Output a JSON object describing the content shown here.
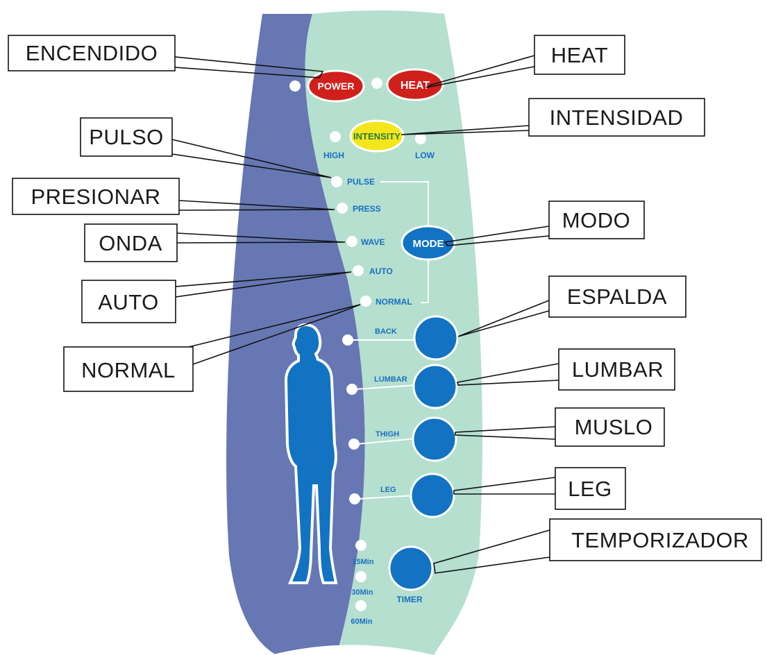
{
  "panel": {
    "power": "POWER",
    "heat": "HEAT",
    "intensity": "INTENSITY",
    "high": "HIGH",
    "low": "LOW",
    "pulse": "PULSE",
    "press": "PRESS",
    "wave": "WAVE",
    "mode": "MODE",
    "auto": "AUTO",
    "normal": "NORMAL",
    "back": "BACK",
    "lumbar": "LUMBAR",
    "thigh": "THIGH",
    "leg": "LEG",
    "t15": "15Min",
    "t30": "30Min",
    "t60": "60Min",
    "timer": "TIMER"
  },
  "callouts": {
    "encendido": "ENCENDIDO",
    "heat": "HEAT",
    "intensidad": "INTENSIDAD",
    "pulso": "PULSO",
    "presionar": "PRESIONAR",
    "onda": "ONDA",
    "modo": "MODO",
    "auto": "AUTO",
    "espalda": "ESPALDA",
    "normal": "NORMAL",
    "lumbar": "LUMBAR",
    "muslo": "MUSLO",
    "leg": "LEG",
    "temporizador": "TEMPORIZADOR"
  },
  "colors": {
    "panel_purple": "#6677b3",
    "panel_green": "#b5dfcf",
    "button_red": "#d0201c",
    "button_yellow": "#f3e61c",
    "button_blue": "#1273c3",
    "label_blue": "#1a6fc0"
  }
}
